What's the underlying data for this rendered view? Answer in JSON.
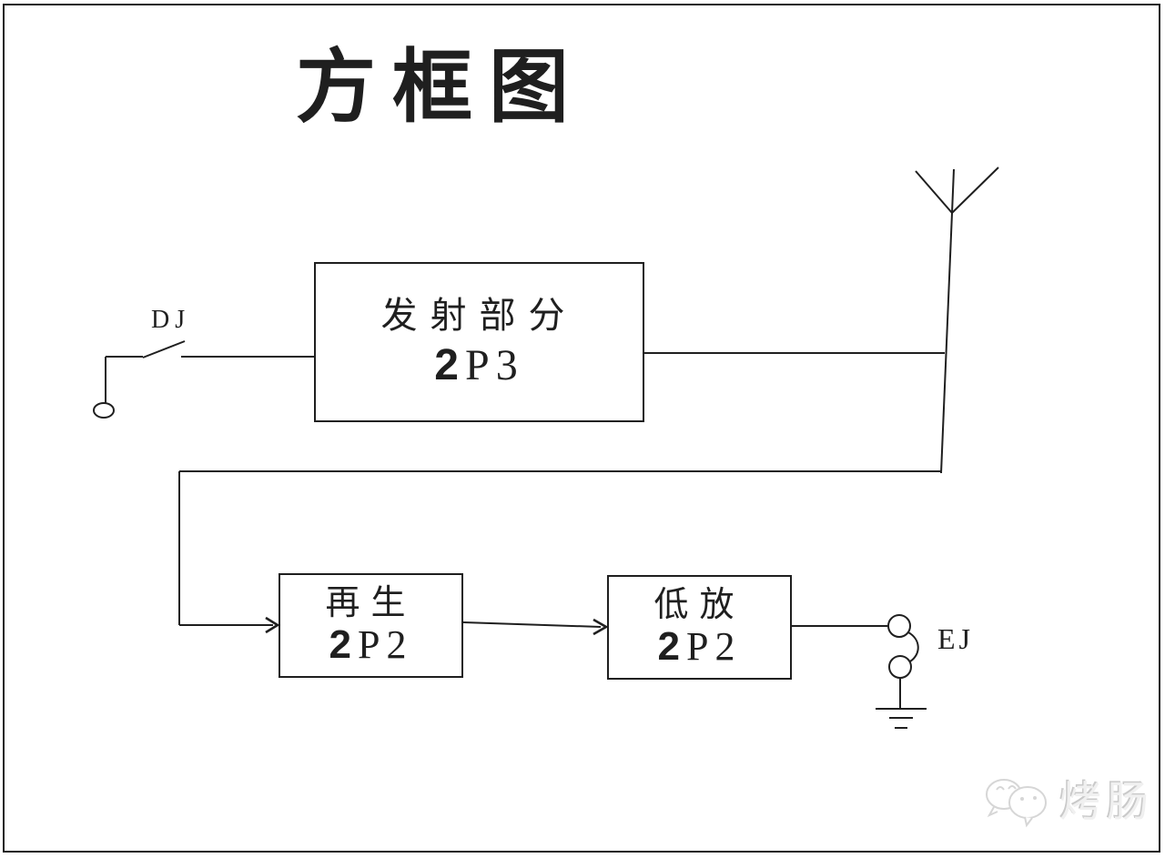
{
  "page": {
    "title": "方框图",
    "background": "#ffffff",
    "line_color": "#1f1f1f"
  },
  "blocks": [
    {
      "name": "发射部分",
      "code_bold": "2",
      "code_rest": "P3"
    },
    {
      "name": "再生",
      "code_bold": "2",
      "code_rest": "P2"
    },
    {
      "name": "低放",
      "code_bold": "2",
      "code_rest": "P2"
    }
  ],
  "labels": {
    "switch": "DJ",
    "earphone_jack": "EJ"
  },
  "symbols": [
    "switch",
    "antenna",
    "earphone-jack",
    "ground"
  ],
  "watermark": {
    "text": "烤肠",
    "color": "#e8e8e8"
  }
}
